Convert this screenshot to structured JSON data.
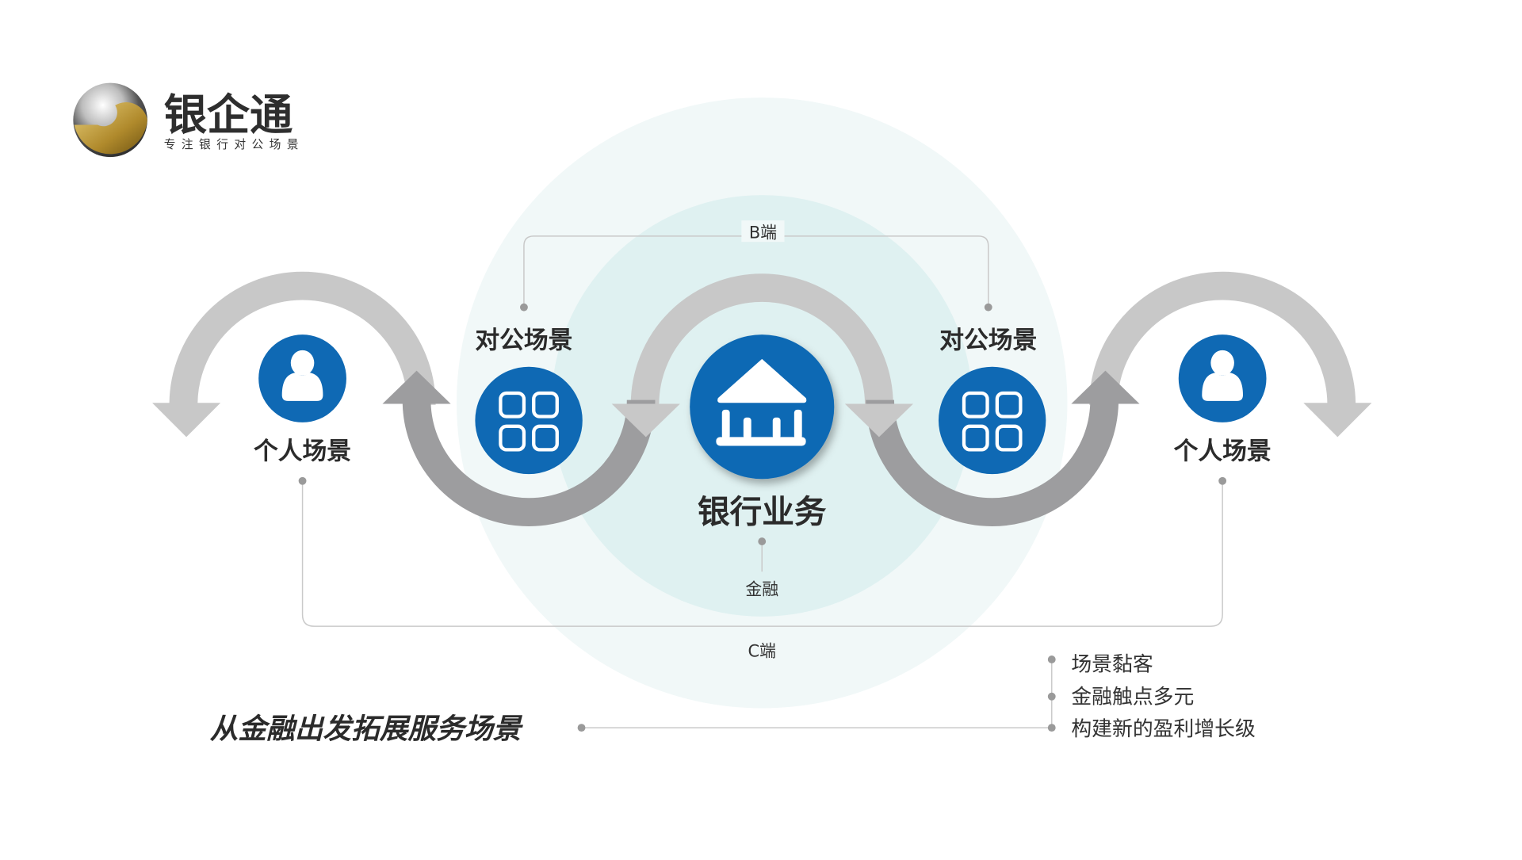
{
  "logo": {
    "title": "银企通",
    "subtitle": "专注银行对公场景"
  },
  "center": {
    "label": "银行业务",
    "finance_label": "金融"
  },
  "b_side": {
    "label": "B端"
  },
  "c_side": {
    "label": "C端"
  },
  "nodes": {
    "corporate_left": "对公场景",
    "corporate_right": "对公场景",
    "personal_left": "个人场景",
    "personal_right": "个人场景"
  },
  "headline": "从金融出发拓展服务场景",
  "benefits": [
    "场景黏客",
    "金融触点多元",
    "构建新的盈利增长级"
  ],
  "colors": {
    "blue": "#0f69b4",
    "light_arrow": "#c8c8c8",
    "dark_arrow": "#9d9d9f",
    "halo_outer": "#f1f8f8",
    "halo_inner": "#dff1f1"
  }
}
